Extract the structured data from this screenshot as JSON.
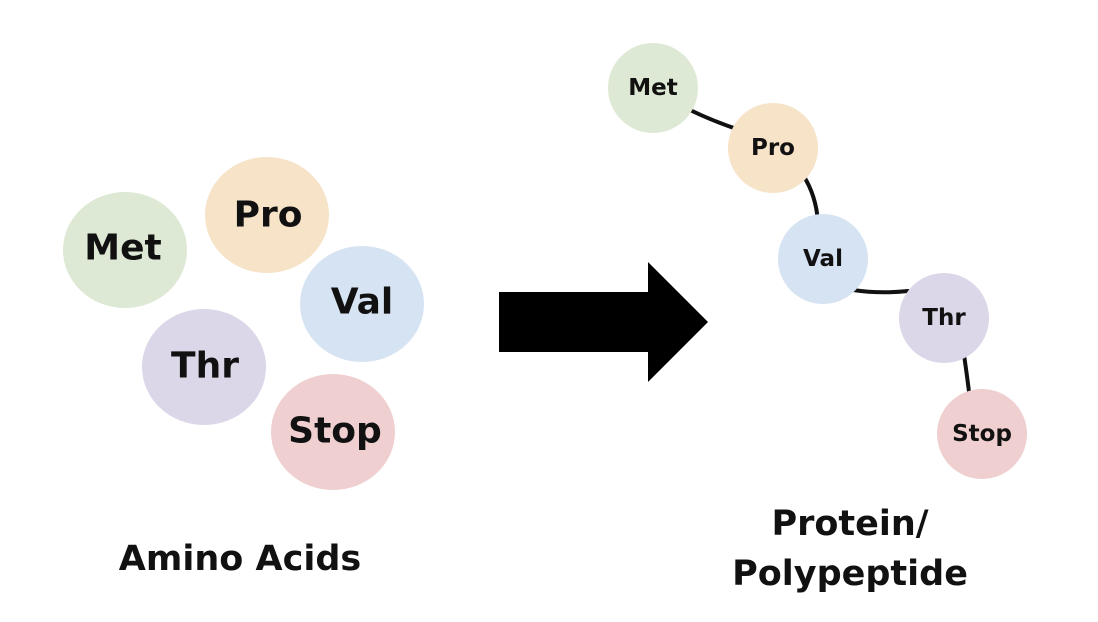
{
  "colors": {
    "met": "#dde9d4",
    "pro": "#f6e3c8",
    "val": "#d6e3f2",
    "thr": "#dcd6e9",
    "stop": "#efcfcf",
    "arrow": "#000000"
  },
  "amino_acids": {
    "caption": "Amino Acids",
    "items": [
      {
        "key": "met",
        "label": "Met"
      },
      {
        "key": "pro",
        "label": "Pro"
      },
      {
        "key": "val",
        "label": "Val"
      },
      {
        "key": "thr",
        "label": "Thr"
      },
      {
        "key": "stop",
        "label": "Stop"
      }
    ]
  },
  "arrow": {
    "icon": "right-arrow-icon"
  },
  "polypeptide": {
    "caption_line1": "Protein/",
    "caption_line2": "Polypeptide",
    "items": [
      {
        "key": "met",
        "label": "Met"
      },
      {
        "key": "pro",
        "label": "Pro"
      },
      {
        "key": "val",
        "label": "Val"
      },
      {
        "key": "thr",
        "label": "Thr"
      },
      {
        "key": "stop",
        "label": "Stop"
      }
    ]
  }
}
